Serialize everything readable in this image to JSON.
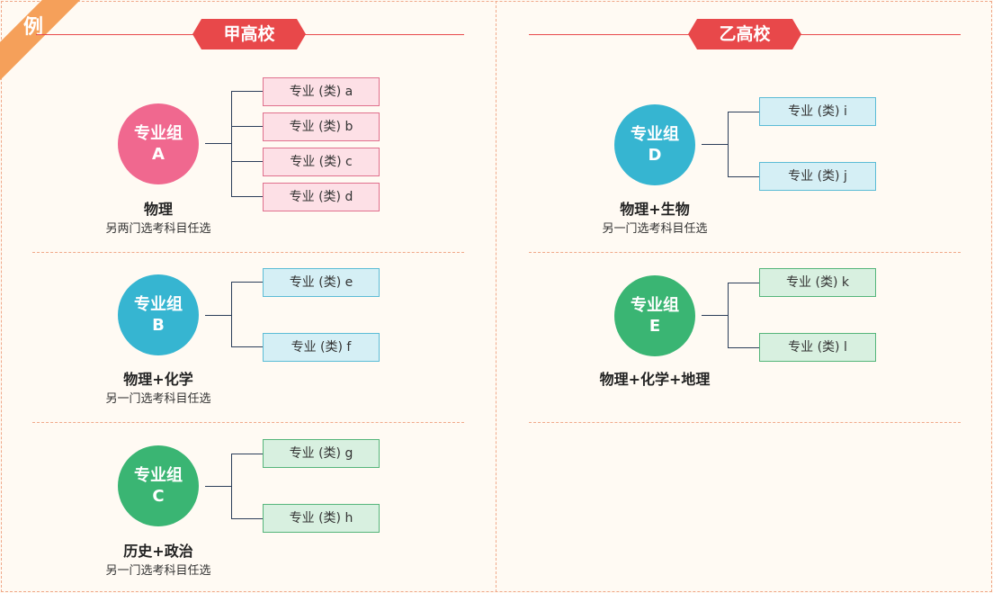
{
  "badge": "例",
  "colors": {
    "pink": "#f0688f",
    "blue": "#36b5d1",
    "green": "#3ab573",
    "red": "#e8484a",
    "orange": "#f5a05a"
  },
  "schools": [
    {
      "name": "甲高校",
      "groups": [
        {
          "line1": "专业组",
          "line2": "A",
          "subject": "物理",
          "note": "另两门选考科目任选",
          "majors": [
            "专业 (类) a",
            "专业 (类) b",
            "专业 (类) c",
            "专业 (类) d"
          ]
        },
        {
          "line1": "专业组",
          "line2": "B",
          "subject": "物理+化学",
          "note": "另一门选考科目任选",
          "majors": [
            "专业 (类) e",
            "专业 (类) f"
          ]
        },
        {
          "line1": "专业组",
          "line2": "C",
          "subject": "历史+政治",
          "note": "另一门选考科目任选",
          "majors": [
            "专业 (类) g",
            "专业 (类) h"
          ]
        }
      ]
    },
    {
      "name": "乙高校",
      "groups": [
        {
          "line1": "专业组",
          "line2": "D",
          "subject": "物理+生物",
          "note": "另一门选考科目任选",
          "majors": [
            "专业 (类) i",
            "专业 (类) j"
          ]
        },
        {
          "line1": "专业组",
          "line2": "E",
          "subject": "物理+化学+地理",
          "majors": [
            "专业 (类) k",
            "专业 (类) l"
          ]
        }
      ]
    }
  ]
}
